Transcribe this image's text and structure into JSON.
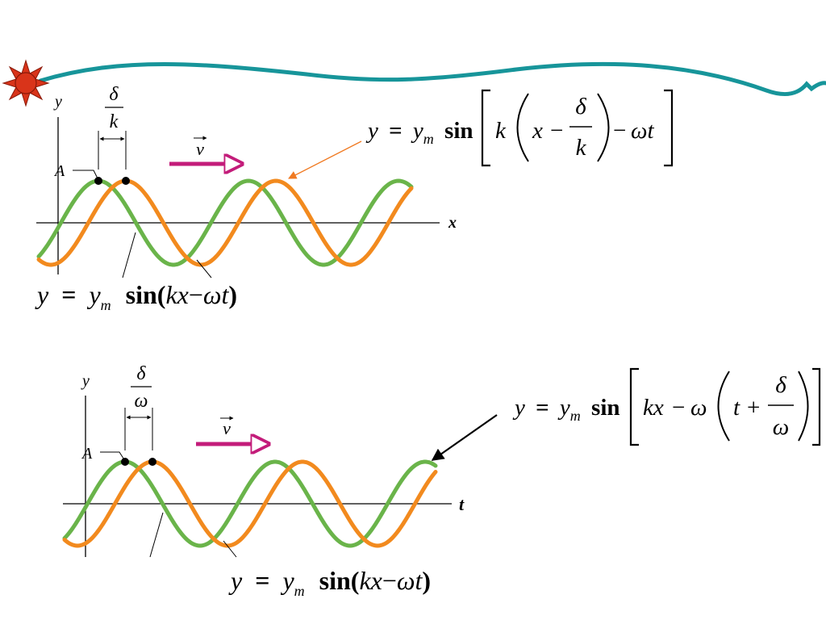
{
  "colors": {
    "banner": "#17959A",
    "sun": "#D9341A",
    "wave_green": "#6AB44A",
    "wave_orange": "#F28A1E",
    "velocity_arrow": "#C31C7A",
    "pointer_top": "#F07A22",
    "pointer_bottom": "#000000"
  },
  "icons": {
    "corner": "sun-icon"
  },
  "top_panel": {
    "y_axis": "y",
    "x_axis": "x",
    "point_label": "A",
    "shift_num": "δ",
    "shift_den": "k",
    "velocity": "v",
    "green_formula": {
      "y": "y",
      "eq": "=",
      "ym": "y",
      "m": "m",
      "sin": "sin",
      "open": "(",
      "kx": "kx",
      "minus": "−",
      "wt": "ωt",
      "close": ")"
    },
    "orange_formula": {
      "y": "y",
      "eq": "=",
      "ym": "y",
      "m": "m",
      "sin": "sin",
      "k": "k",
      "x": "x",
      "minus": "−",
      "frac_num": "δ",
      "frac_den": "k",
      "minus2": "−",
      "wt": "ωt"
    }
  },
  "bottom_panel": {
    "y_axis": "y",
    "t_axis": "t",
    "point_label": "A",
    "shift_num": "δ",
    "shift_den": "ω",
    "velocity": "v",
    "green_formula": {
      "y": "y",
      "eq": "=",
      "ym": "y",
      "m": "m",
      "sin": "sin",
      "open": "(",
      "kx": "kx",
      "minus": "−",
      "wt": "ωt",
      "close": ")"
    },
    "orange_formula": {
      "y": "y",
      "eq": "=",
      "ym": "y",
      "m": "m",
      "sin": "sin",
      "kx": "kx",
      "minus": "−",
      "w": "ω",
      "t": "t",
      "plus": "+",
      "frac_num": "δ",
      "frac_den": "ω"
    }
  }
}
